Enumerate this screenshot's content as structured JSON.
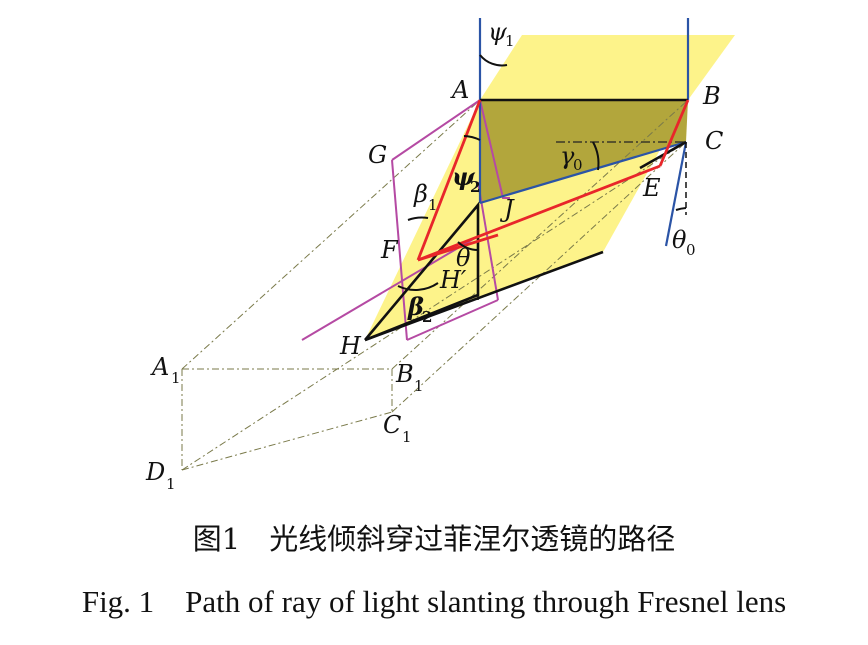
{
  "figure": {
    "points": {
      "A": "A",
      "B": "B",
      "C": "C",
      "E": "E",
      "F": "F",
      "G": "G",
      "H": "H",
      "Hp": "H′",
      "J": "J",
      "A1": "A",
      "B1": "B",
      "C1": "C",
      "D1": "D",
      "sub1": "1"
    },
    "angles": {
      "psi": "ψ",
      "beta": "β",
      "gamma": "γ",
      "theta": "θ",
      "sub1": "1",
      "sub2": "2",
      "sub0": "0"
    },
    "caption_cn": "图1　光线倾斜穿过菲涅尔透镜的路径",
    "caption_en": "Fig. 1 Path of ray of light slanting through Fresnel lens"
  },
  "colors": {
    "yellow_face": "#fdf38a",
    "olive_face": "#b2a63c",
    "red_ray": "#e8262a",
    "blue_line": "#2b54a6",
    "magenta_plane": "#b54aa3",
    "black_edge": "#111111",
    "projection": "#7a7a4a"
  }
}
